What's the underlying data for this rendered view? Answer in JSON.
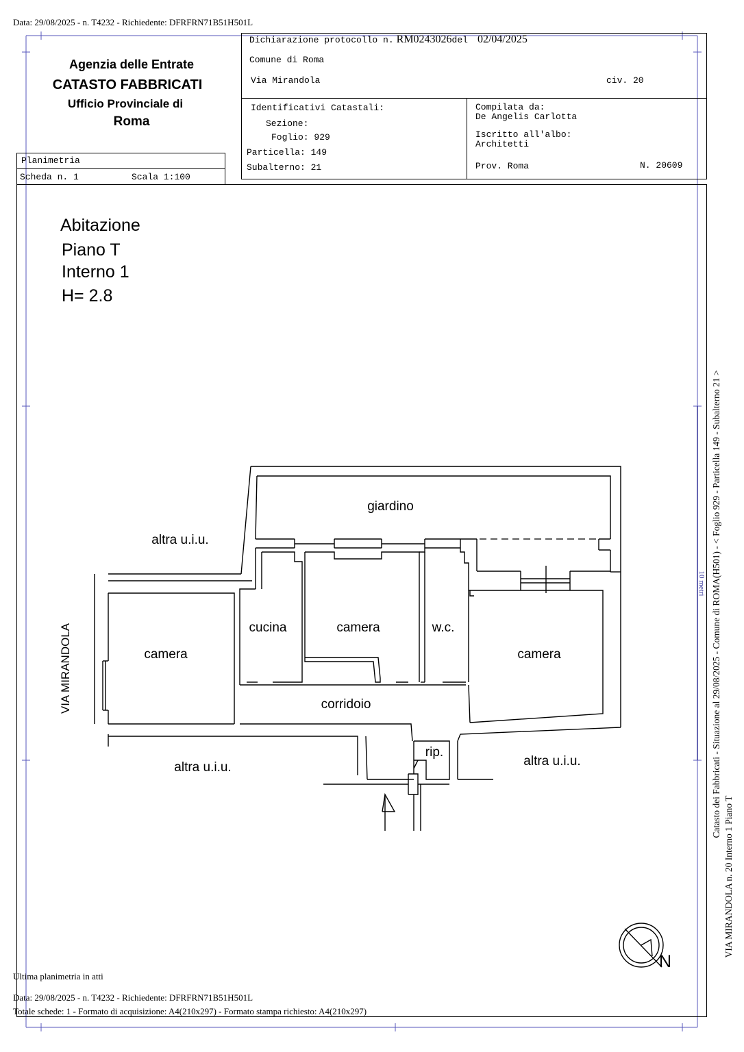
{
  "header_line": "Data: 29/08/2025 - n. T4232 - Richiedente: DFRFRN71B51H501L",
  "agency": {
    "line1": "Agenzia delle Entrate",
    "line2": "CATASTO FABBRICATI",
    "line3": "Ufficio Provinciale di",
    "line4": "Roma"
  },
  "planimetria": {
    "title": "Planimetria",
    "scheda": "Scheda n. 1",
    "scala": "Scala 1:100"
  },
  "declaration": {
    "label": "Dichiarazione protocollo n.",
    "number": "RM0243026",
    "del_label": "del",
    "date": "02/04/2025",
    "comune": "Comune di Roma",
    "via": "Via Mirandola",
    "civ": "civ. 20"
  },
  "identificativi": {
    "title": "Identificativi Catastali:",
    "sezione": "Sezione:",
    "foglio": "Foglio: 929",
    "particella": "Particella: 149",
    "subalterno": "Subalterno: 21"
  },
  "compilata": {
    "label": "Compilata da:",
    "name": "De Angelis Carlotta",
    "albo_label": "Iscritto all'albo:",
    "albo": "Architetti",
    "prov": "Prov. Roma",
    "numero": "N. 20609"
  },
  "unit": {
    "type": "Abitazione",
    "piano": "Piano T",
    "interno": "Interno 1",
    "altezza": "H= 2.8"
  },
  "rooms": {
    "giardino": "giardino",
    "altra_top": "altra u.i.u.",
    "camera_left": "camera",
    "cucina": "cucina",
    "camera_mid": "camera",
    "wc": "w.c.",
    "camera_right": "camera",
    "corridoio": "corridoio",
    "rip": "rip.",
    "altra_bottom_left": "altra u.i.u.",
    "altra_bottom_right": "altra u.i.u.",
    "street": "VIA   MIRANDOLA"
  },
  "scale_bar": "10 metri",
  "north": "N",
  "side_text": {
    "line1": "Catasto dei Fabbricati - Situazione al 29/08/2025 - Comune di ROMA(H501) - < Foglio 929 - Particella  149 - Subalterno 21 >",
    "line2": "VIA MIRANDOLA n. 20  Interno 1 Piano T"
  },
  "footer": {
    "ultima": "Ultima planimetria in atti",
    "data_line": "Data: 29/08/2025 - n. T4232 - Richiedente: DFRFRN71B51H501L",
    "totale": "Totale schede: 1 - Formato di acquisizione: A4(210x297)  - Formato stampa richiesto: A4(210x297)"
  }
}
